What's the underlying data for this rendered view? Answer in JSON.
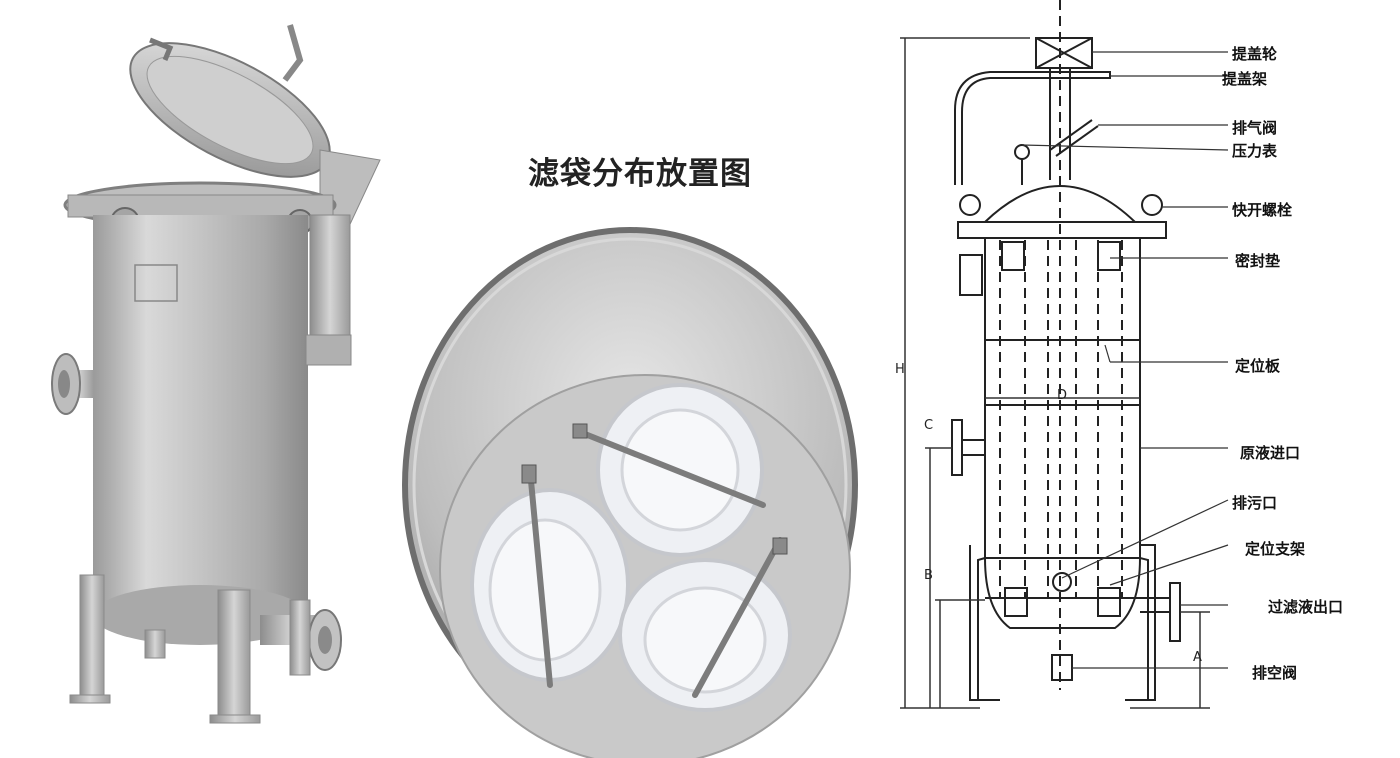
{
  "diagram_title": "滤袋分布放置图",
  "labels": {
    "lid_wheel": "提盖轮",
    "lid_frame": "提盖架",
    "vent_valve": "排气阀",
    "pressure_gauge": "压力表",
    "quick_bolt": "快开螺栓",
    "seal_gasket": "密封垫",
    "positioning_plate": "定位板",
    "raw_inlet": "原液进口",
    "sewage_outlet": "排污口",
    "positioning_bracket": "定位支架",
    "filtrate_outlet": "过滤液出口",
    "drain_valve": "排空阀"
  },
  "dimensions": {
    "H": "H",
    "C": "C",
    "D": "D",
    "B": "B",
    "A": "A"
  },
  "colors": {
    "steel": "#c8c8c8",
    "steel_dark": "#8c8c8c",
    "bag": "#eef0f4",
    "line": "#222222"
  },
  "icons": [
    "vessel-photo",
    "top-view-photo",
    "engineering-drawing"
  ]
}
